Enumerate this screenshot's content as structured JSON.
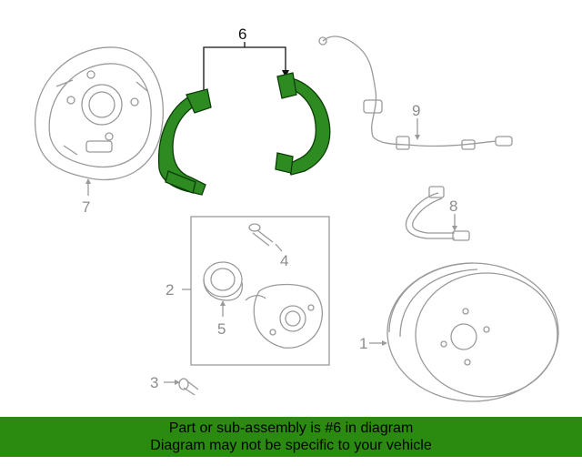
{
  "callouts": {
    "c1": "1",
    "c2": "2",
    "c3": "3",
    "c4": "4",
    "c5": "5",
    "c6": "6",
    "c7": "7",
    "c8": "8",
    "c9": "9"
  },
  "banner": {
    "line1": "Part or sub-assembly is #6 in diagram",
    "line2": "Diagram may not be specific to your vehicle",
    "color": "#2b8a10"
  },
  "highlight_color": "#2e8b22"
}
